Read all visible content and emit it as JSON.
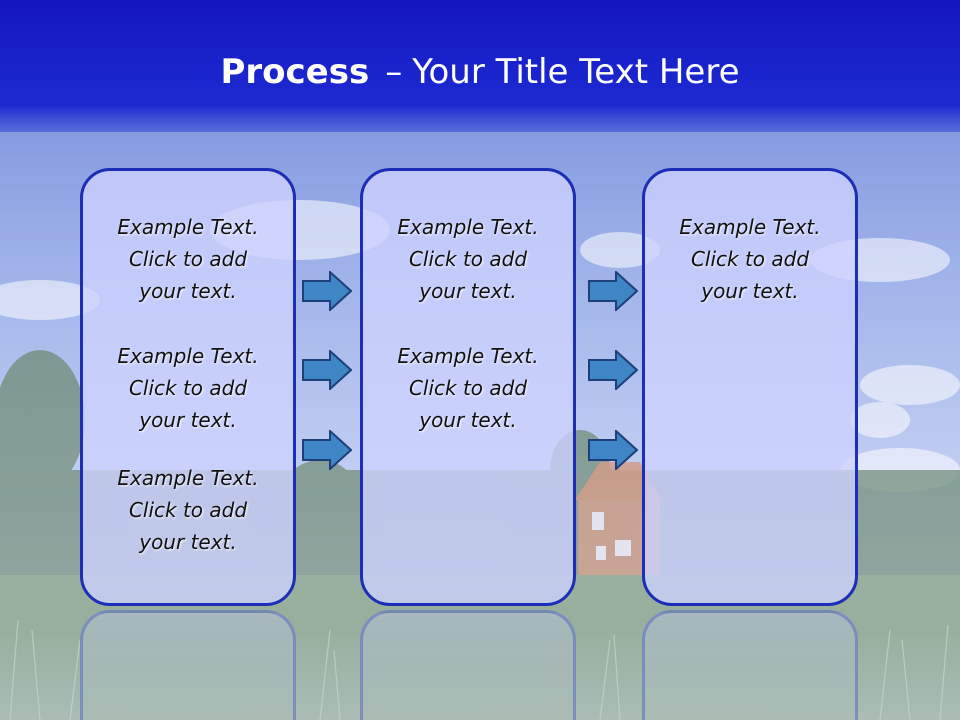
{
  "slide": {
    "title_bold": "Process",
    "title_dash": "–",
    "title_rest": "Your Title Text Here"
  },
  "columns": [
    {
      "items": [
        {
          "line1": "Example Text.",
          "line2": "Click  to add",
          "line3": "your text."
        },
        {
          "line1": "Example Text.",
          "line2": "Click  to add",
          "line3": "your text."
        },
        {
          "line1": "Example Text.",
          "line2": "Click  to add",
          "line3": "your text."
        }
      ]
    },
    {
      "items": [
        {
          "line1": "Example Text.",
          "line2": "Click  to add",
          "line3": "your text."
        },
        {
          "line1": "Example Text.",
          "line2": "Click  to add",
          "line3": "your text."
        }
      ]
    },
    {
      "items": [
        {
          "line1": "Example Text.",
          "line2": "Click  to add",
          "line3": "your text."
        }
      ]
    }
  ],
  "colors": {
    "title_bar": "#1a1fc9",
    "box_border": "#1c2db8",
    "box_fill": "#cdd2ff",
    "arrow_fill": "#3f86c6",
    "arrow_stroke": "#1d3f7a"
  }
}
